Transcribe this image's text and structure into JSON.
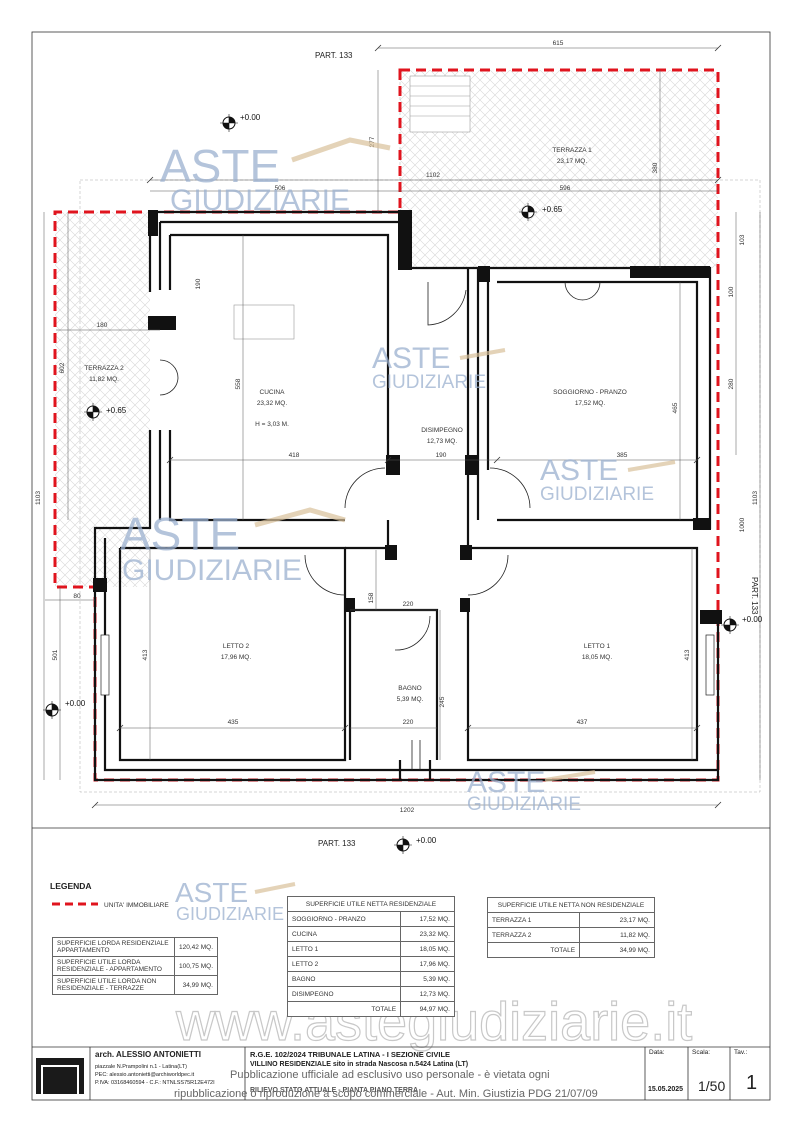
{
  "plan": {
    "rooms": [
      {
        "id": "terrazza1",
        "name": "TERRAZZA 1",
        "area": "23,17 MQ."
      },
      {
        "id": "terrazza2",
        "name": "TERRAZZA  2",
        "area": "11,82 MQ."
      },
      {
        "id": "cucina",
        "name": "CUCINA",
        "area": "23,32 MQ.",
        "note": "H = 3,03 M."
      },
      {
        "id": "disimpegno",
        "name": "DISIMPEGNO",
        "area": "12,73 MQ."
      },
      {
        "id": "soggiorno",
        "name": "SOGGIORNO - PRANZO",
        "area": "17,52 MQ."
      },
      {
        "id": "letto2",
        "name": "LETTO 2",
        "area": "17,96 MQ."
      },
      {
        "id": "letto1",
        "name": "LETTO 1",
        "area": "18,05 MQ."
      },
      {
        "id": "bagno",
        "name": "BAGNO",
        "area": "5,39 MQ."
      }
    ],
    "dimensions": [
      "615",
      "277",
      "1102",
      "596",
      "506",
      "380",
      "103",
      "100",
      "280",
      "190",
      "180",
      "602",
      "558",
      "418",
      "190",
      "465",
      "385",
      "1103",
      "1103",
      "1000",
      "158",
      "220",
      "413",
      "413",
      "501",
      "80",
      "245",
      "435",
      "220",
      "437",
      "1202"
    ],
    "levels": {
      "top": "+0.00",
      "terrace1": "+0.65",
      "terrace2": "+0.65",
      "right": "+0.00",
      "left": "+0.00",
      "bottom": "+0.00"
    },
    "parcel_labels": {
      "top": "PART. 133",
      "right": "PART. 133",
      "bottom": "PART. 133"
    }
  },
  "watermarks": {
    "top": [
      "ASTE",
      "GIUDIZIARIE"
    ],
    "center": [
      "ASTE",
      "GIUDIZIARIE"
    ],
    "right": [
      "ASTE",
      "GIUDIZIARIE"
    ],
    "left": [
      "ASTE",
      "GIUDIZIARIE"
    ],
    "bottom": [
      "ASTE",
      "GIUDIZIARIE"
    ],
    "legend": [
      "ASTE",
      "GIUDIZIARIE"
    ]
  },
  "legend": {
    "title": "LEGENDA",
    "item_label": "UNITA' IMMOBILIARE",
    "line_color": "#e0141e"
  },
  "summary": [
    {
      "label": "SUPERFICIE LORDA  RESIDENZIALE APPARTAMENTO",
      "value": "120,42 MQ."
    },
    {
      "label": "SUPERFICIE UTILE LORDA RESIDENZIALE - APPARTAMENTO",
      "value": "100,75 MQ."
    },
    {
      "label": "SUPERFICIE UTILE LORDA NON RESIDENZIALE - TERRAZZE",
      "value": "34,99 MQ."
    }
  ],
  "residential": {
    "title": "SUPERFICIE UTILE NETTA RESIDENZIALE",
    "rows": [
      {
        "label": "SOGGIORNO - PRANZO",
        "value": "17,52 MQ."
      },
      {
        "label": "CUCINA",
        "value": "23,32 MQ."
      },
      {
        "label": "LETTO 1",
        "value": "18,05 MQ."
      },
      {
        "label": "LETTO 2",
        "value": "17,96 MQ."
      },
      {
        "label": "BAGNO",
        "value": "5,39 MQ."
      },
      {
        "label": "DISIMPEGNO",
        "value": "12,73 MQ."
      }
    ],
    "total_label": "TOTALE",
    "total_value": "94,97 MQ."
  },
  "nonresidential": {
    "title": "SUPERFICIE UTILE NETTA NON RESIDENZIALE",
    "rows": [
      {
        "label": "TERRAZZA 1",
        "value": "23,17 MQ."
      },
      {
        "label": "TERRAZZA 2",
        "value": "11,82 MQ."
      }
    ],
    "total_label": "TOTALE",
    "total_value": "34,99 MQ."
  },
  "site_watermark": "www.astegiudiziarie.it",
  "notice": [
    "Pubblicazione ufficiale ad esclusivo uso personale - è vietata ogni",
    "ripubblicazione o riproduzione a scopo commerciale - Aut. Min. Giustizia PDG 21/07/09"
  ],
  "title_block": {
    "architect": "arch. ALESSIO  ANTONIETTI",
    "address": "piazzale N.Prampolini n.1 - Latina(LT)",
    "pec": "PEC: alessio.antonietti@archiworldpec.it",
    "piva": "P.IVA: 03168460594 - C.F.: NTNLSS75R12E472I",
    "case": "R.G.E. 102/2024  TRIBUNALE LATINA  - I SEZIONE  CIVILE",
    "property": "VILLINO RESIDENZIALE sito in strada Nascosa n.5424 Latina (LT)",
    "drawing": "RILIEVO STATO ATTUALE - PIANTA PIANO TERRA",
    "date_label": "Data:",
    "date": "15.05.2025",
    "scale_label": "Scala:",
    "scale": "1/50",
    "sheet_label": "Tav.:",
    "sheet": "1"
  }
}
